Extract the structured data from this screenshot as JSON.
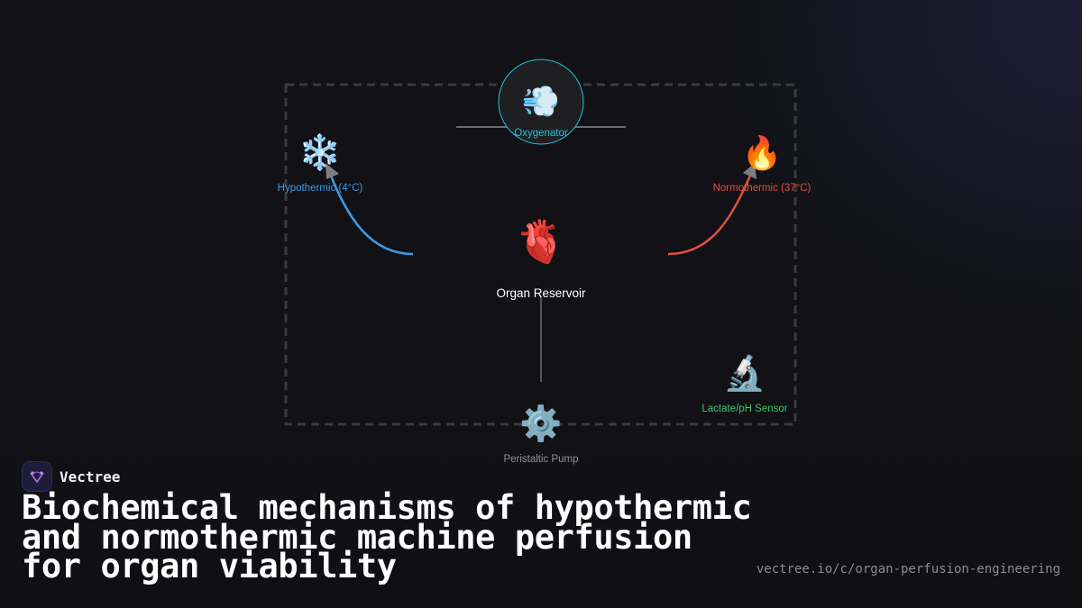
{
  "diagram": {
    "nodes": {
      "oxygenator": {
        "label": "Oxygenator",
        "icon": "💨",
        "icon_name": "wind-icon",
        "color": "#22c3dd"
      },
      "hypothermic": {
        "label": "Hypothermic (4°C)",
        "icon": "❄️",
        "icon_name": "snowflake-icon",
        "color": "#3d9be8"
      },
      "normothermic": {
        "label": "Normothermic (37°C)",
        "icon": "🔥",
        "icon_name": "fire-icon",
        "color": "#e0503f"
      },
      "organ": {
        "label": "Organ Reservoir",
        "icon": "🫀",
        "icon_name": "heart-organ-icon",
        "color": "#ffffff"
      },
      "sensor": {
        "label": "Lactate/pH Sensor",
        "icon": "🔬",
        "icon_name": "microscope-icon",
        "color": "#3ec26a"
      },
      "pump": {
        "label": "Peristaltic Pump",
        "icon": "⚙️",
        "icon_name": "gear-icon",
        "color": "#8f8f95"
      }
    },
    "colors": {
      "circuit_border": "#3a3a3e",
      "hypothermic_arrow": "#3d9be8",
      "normothermic_arrow": "#e0503f",
      "connector": "#6a6a70"
    }
  },
  "brand": {
    "name": "Vectree",
    "logo_icon": "vectree-logo-icon"
  },
  "headline": "Biochemical mechanisms of hypothermic and normothermic machine perfusion for organ viability",
  "url": "vectree.io/c/organ-perfusion-engineering"
}
